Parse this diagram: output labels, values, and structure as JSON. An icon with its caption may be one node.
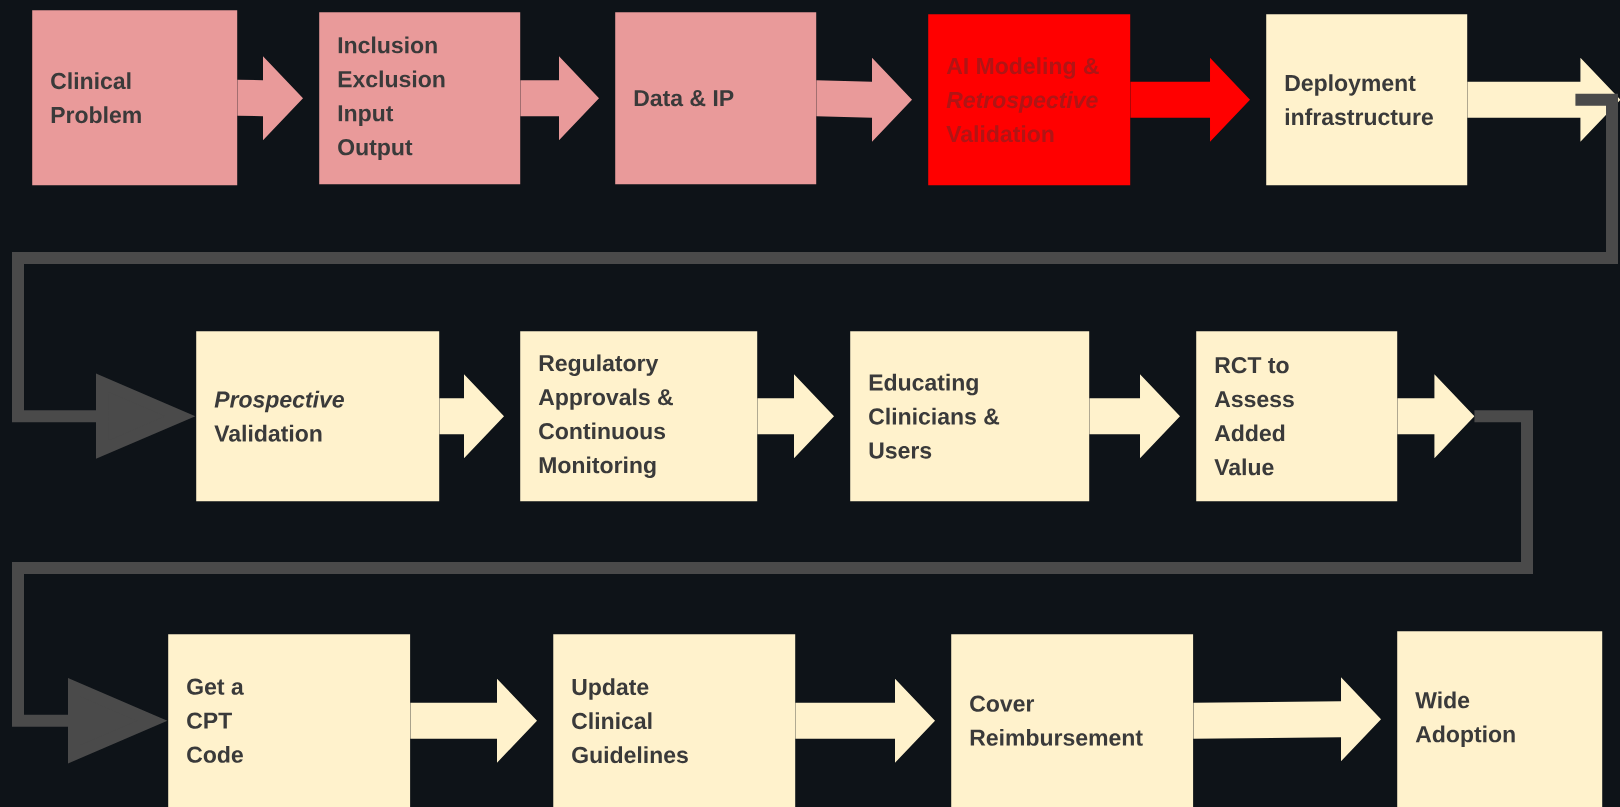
{
  "diagram": {
    "nodes": [
      {
        "text": [
          "Clinical Problem"
        ]
      },
      {
        "text": [
          "Inclusion Exclusion Input Output"
        ]
      },
      {
        "text": [
          "Data & IP"
        ]
      },
      {
        "text": [
          "AI Modeling & *Retrospective* Validation"
        ]
      },
      {
        "text": [
          "Deployment infrastructure"
        ]
      },
      {
        "text": [
          "*Prospective* Validation"
        ]
      },
      {
        "text": [
          "Regulatory Approvals & Continuous Monitoring"
        ]
      },
      {
        "text": [
          "Educating Clinicians & Users"
        ]
      },
      {
        "text": [
          "RCT to Assess Added Value"
        ]
      },
      {
        "text": [
          "Get a CPT Code"
        ]
      },
      {
        "text": [
          "Update Clinical Guidelines"
        ]
      },
      {
        "text": [
          "Cover Reimbursement"
        ]
      },
      {
        "text": [
          "Wide Adoption"
        ]
      }
    ],
    "edges": [
      {
        "from": 0,
        "to": 1,
        "arrow": "to",
        "color": "#e99a9a"
      },
      {
        "from": 1,
        "to": 2,
        "arrow": "to",
        "color": "#e99a9a"
      },
      {
        "from": 2,
        "to": 3,
        "arrow": "to",
        "color": "#e99a9a"
      },
      {
        "from": 3,
        "to": 4,
        "arrow": "to",
        "color": "#ff0000"
      },
      {
        "from": 4,
        "to": 5,
        "arrow": "to",
        "color": "#4a4a4a"
      },
      {
        "from": 5,
        "to": 6,
        "arrow": "to"
      },
      {
        "from": 6,
        "to": 7,
        "arrow": "to"
      },
      {
        "from": 7,
        "to": 8,
        "arrow": "to"
      },
      {
        "from": 8,
        "to": 9,
        "arrow": "to",
        "color": "#4a4a4a"
      },
      {
        "from": 9,
        "to": 10,
        "arrow": "to"
      },
      {
        "from": 10,
        "to": 11,
        "arrow": "to"
      },
      {
        "from": 11,
        "to": 12,
        "arrow": "to"
      }
    ]
  }
}
